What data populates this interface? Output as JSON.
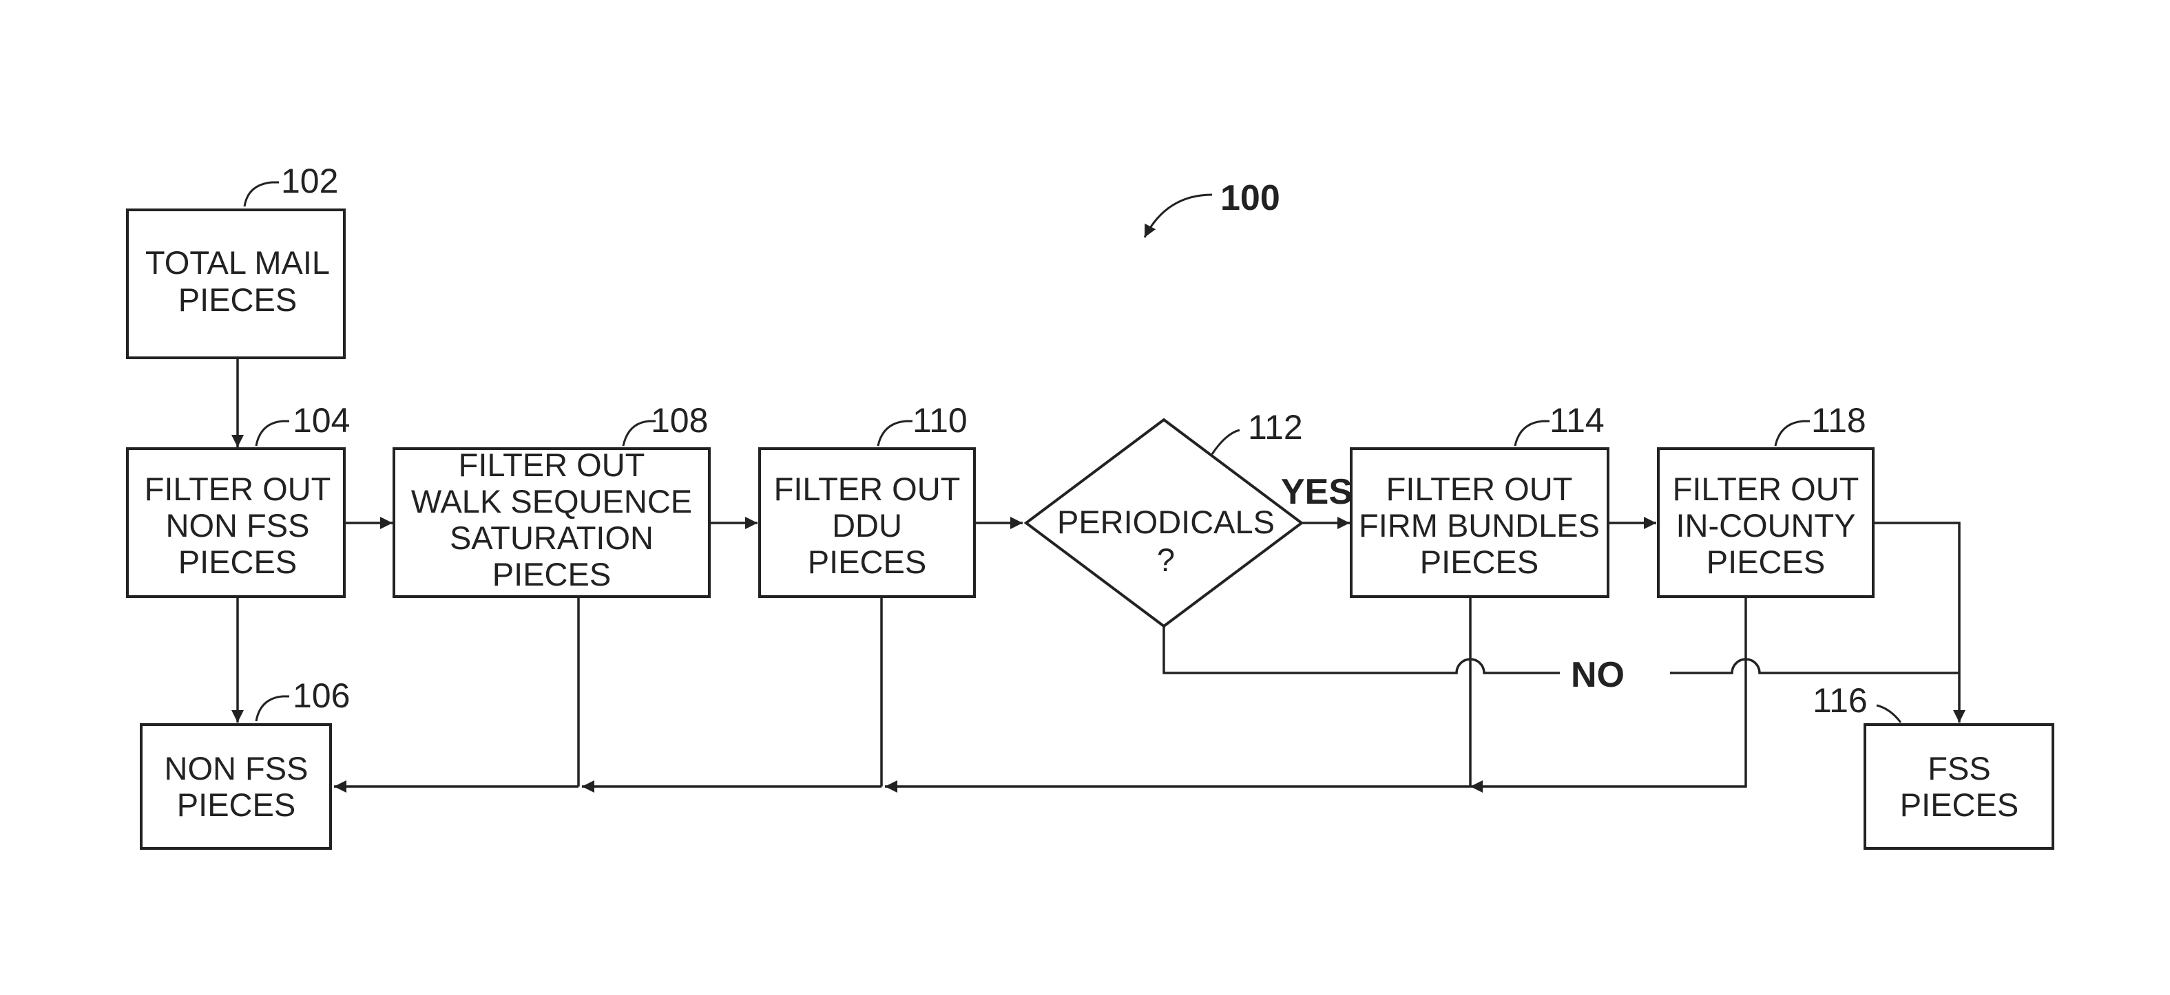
{
  "figure_ref": "100",
  "nodes": {
    "n102": {
      "ref": "102",
      "lines": [
        "TOTAL MAIL",
        "PIECES"
      ]
    },
    "n104": {
      "ref": "104",
      "lines": [
        "FILTER OUT",
        "NON FSS",
        "PIECES"
      ]
    },
    "n106": {
      "ref": "106",
      "lines": [
        "NON FSS",
        "PIECES"
      ]
    },
    "n108": {
      "ref": "108",
      "lines": [
        "FILTER OUT",
        "WALK SEQUENCE",
        "SATURATION",
        "PIECES"
      ]
    },
    "n110": {
      "ref": "110",
      "lines": [
        "FILTER OUT",
        "DDU",
        "PIECES"
      ]
    },
    "n112": {
      "ref": "112",
      "lines": [
        "PERIODICALS",
        "?"
      ]
    },
    "n114": {
      "ref": "114",
      "lines": [
        "FILTER OUT",
        "FIRM BUNDLES",
        "PIECES"
      ]
    },
    "n116": {
      "ref": "116",
      "lines": [
        "FSS",
        "PIECES"
      ]
    },
    "n118": {
      "ref": "118",
      "lines": [
        "FILTER OUT",
        "IN-COUNTY",
        "PIECES"
      ]
    }
  },
  "edge_labels": {
    "yes": "YES",
    "no": "NO"
  }
}
